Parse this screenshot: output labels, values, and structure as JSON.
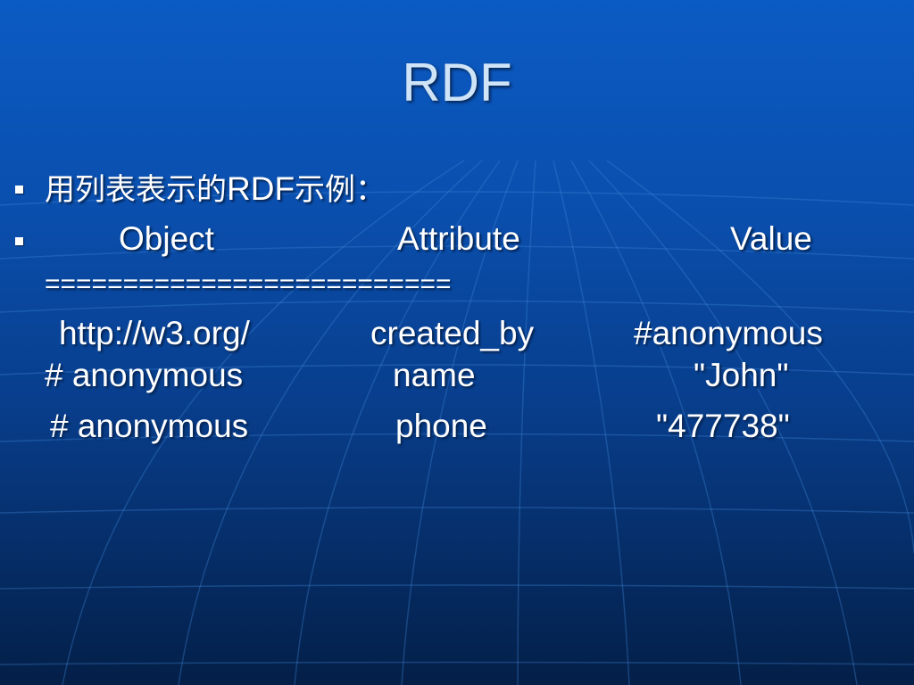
{
  "title": "RDF",
  "intro": {
    "cjk_before": "用列表表示的",
    "latin": "RDF",
    "cjk_after": "示例："
  },
  "header_row": {
    "object": "Object",
    "attribute": "Attribute",
    "value": "Value"
  },
  "separator": "==========================",
  "rows": [
    {
      "object": "http://w3.org/",
      "attribute": "created_by",
      "value": "#anonymous"
    },
    {
      "object": "# anonymous",
      "attribute": "name",
      "value": "\"John\""
    },
    {
      "object": "# anonymous",
      "attribute": "phone",
      "value": "\"477738\""
    }
  ],
  "colors": {
    "background_top": "#0b5bc4",
    "background_bottom": "#041f48",
    "title": "#cfe4f7",
    "text": "#ffffff"
  }
}
